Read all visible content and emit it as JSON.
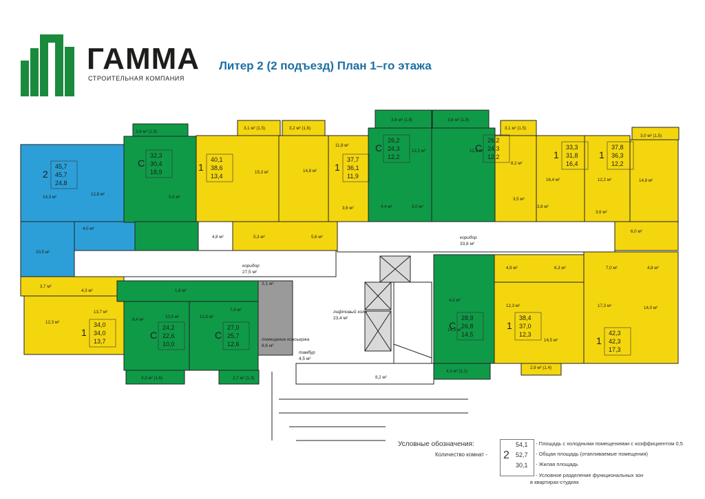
{
  "header": {
    "brand": "ГАММА",
    "brand_sub": "СТРОИТЕЛЬНАЯ КОМПАНИЯ",
    "title": "Литер 2 (2 подъезд) План 1–го этажа"
  },
  "colors": {
    "green": "#0f9a48",
    "yellow": "#f4d60f",
    "blue": "#2c9fd8",
    "wall": "#2a2a2a",
    "logo_green": "#1a8a3c"
  },
  "apartments": [
    {
      "id": "a1",
      "type": "2",
      "values": [
        "45,7",
        "45,7",
        "24,8"
      ]
    },
    {
      "id": "a2",
      "type": "С",
      "values": [
        "32,3",
        "30,4",
        "18,9"
      ]
    },
    {
      "id": "a3",
      "type": "1",
      "values": [
        "40,1",
        "38,6",
        "13,4"
      ]
    },
    {
      "id": "a4",
      "type": "1",
      "values": [
        "37,7",
        "36,1",
        "11,9"
      ]
    },
    {
      "id": "a5",
      "type": "С",
      "values": [
        "26,2",
        "24,3",
        "12,2"
      ]
    },
    {
      "id": "a6",
      "type": "С",
      "values": [
        "26,2",
        "24,3",
        "12,2"
      ]
    },
    {
      "id": "a7",
      "type": "1",
      "values": [
        "33,3",
        "31,8",
        "16,4"
      ]
    },
    {
      "id": "a8",
      "type": "1",
      "values": [
        "37,8",
        "36,3",
        "12,2"
      ]
    },
    {
      "id": "a9",
      "type": "1",
      "values": [
        "34,0",
        "34,0",
        "13,7"
      ]
    },
    {
      "id": "a10",
      "type": "С",
      "values": [
        "24,2",
        "22,6",
        "10,0"
      ]
    },
    {
      "id": "a11",
      "type": "С",
      "values": [
        "27,0",
        "25,7",
        "12,6"
      ]
    },
    {
      "id": "a12",
      "type": "С",
      "values": [
        "28,9",
        "26,8",
        "14,5"
      ]
    },
    {
      "id": "a13",
      "type": "1",
      "values": [
        "38,4",
        "37,0",
        "12,3"
      ]
    },
    {
      "id": "a14",
      "type": "1",
      "values": [
        "42,3",
        "42,3",
        "17,3"
      ]
    }
  ],
  "room_labels": [
    "3,8 м² (1,9)",
    "3,1 м² (1,5)",
    "3,2 м² (1,6)",
    "3,8 м² (1,9)",
    "3,8 м² (1,9)",
    "3,1 м² (1,5)",
    "3,0 м² (1,5)",
    "14,3 м²",
    "12,8 м²",
    "15,3 м²",
    "14,8 м²",
    "11,8 м²",
    "12,2 м²",
    "12,2 м²",
    "16,4 м²",
    "12,2 м²",
    "14,8 м²",
    "4,0 м²",
    "10,5 м²",
    "5,0 м²",
    "4,8 м²",
    "5,3 м²",
    "5,6 м²",
    "4,4 м²",
    "3,0 м²",
    "3,6 м²",
    "3,6 м²",
    "6,0 м²",
    "6,3 м²",
    "7,0 м²",
    "4,9 м²",
    "4,8 м²",
    "3,7 м²",
    "4,3 м²",
    "1,8 м²",
    "12,3 м²",
    "13,7 м²",
    "12,3 м²",
    "14,5 м²",
    "17,3 м²",
    "14,0 м²",
    "8,4 м²",
    "10,5 м²",
    "12,5 м²",
    "7,4 м²",
    "14,3 м²",
    "4,2 м²",
    "3,3 м² (1,6)",
    "2,7 м² (1,3)",
    "4,3 м² (2,1)",
    "2,9 м² (1,4)",
    "8,2 м²",
    "8,2 м²",
    "3,5 м²",
    "3,8 м²"
  ],
  "common_areas": [
    {
      "label": "коридор",
      "area": "27,5 м²"
    },
    {
      "label": "коридор",
      "area": "33,8 м²"
    },
    {
      "label": "лифтовый холл",
      "area": "23,4 м²"
    },
    {
      "label": "помещение консьержа",
      "area": "8,6 м²"
    },
    {
      "label": "тамбур",
      "area": "4,5 м²"
    },
    {
      "label": "",
      "area": "3,1 м²"
    }
  ],
  "legend": {
    "title": "Условные обозначения:",
    "rooms_label": "Количество комнат -",
    "rooms": "2",
    "values": [
      "54,1",
      "52,7",
      "30,1"
    ],
    "descriptions": [
      "- Площадь с холодными помещениями  с коэффициентом 0,5",
      "- Общая площадь (отапливаемые помещения)",
      "- Жилая площадь",
      "- Условное разделение функциональных зон",
      "в квартирах-студиях"
    ]
  }
}
